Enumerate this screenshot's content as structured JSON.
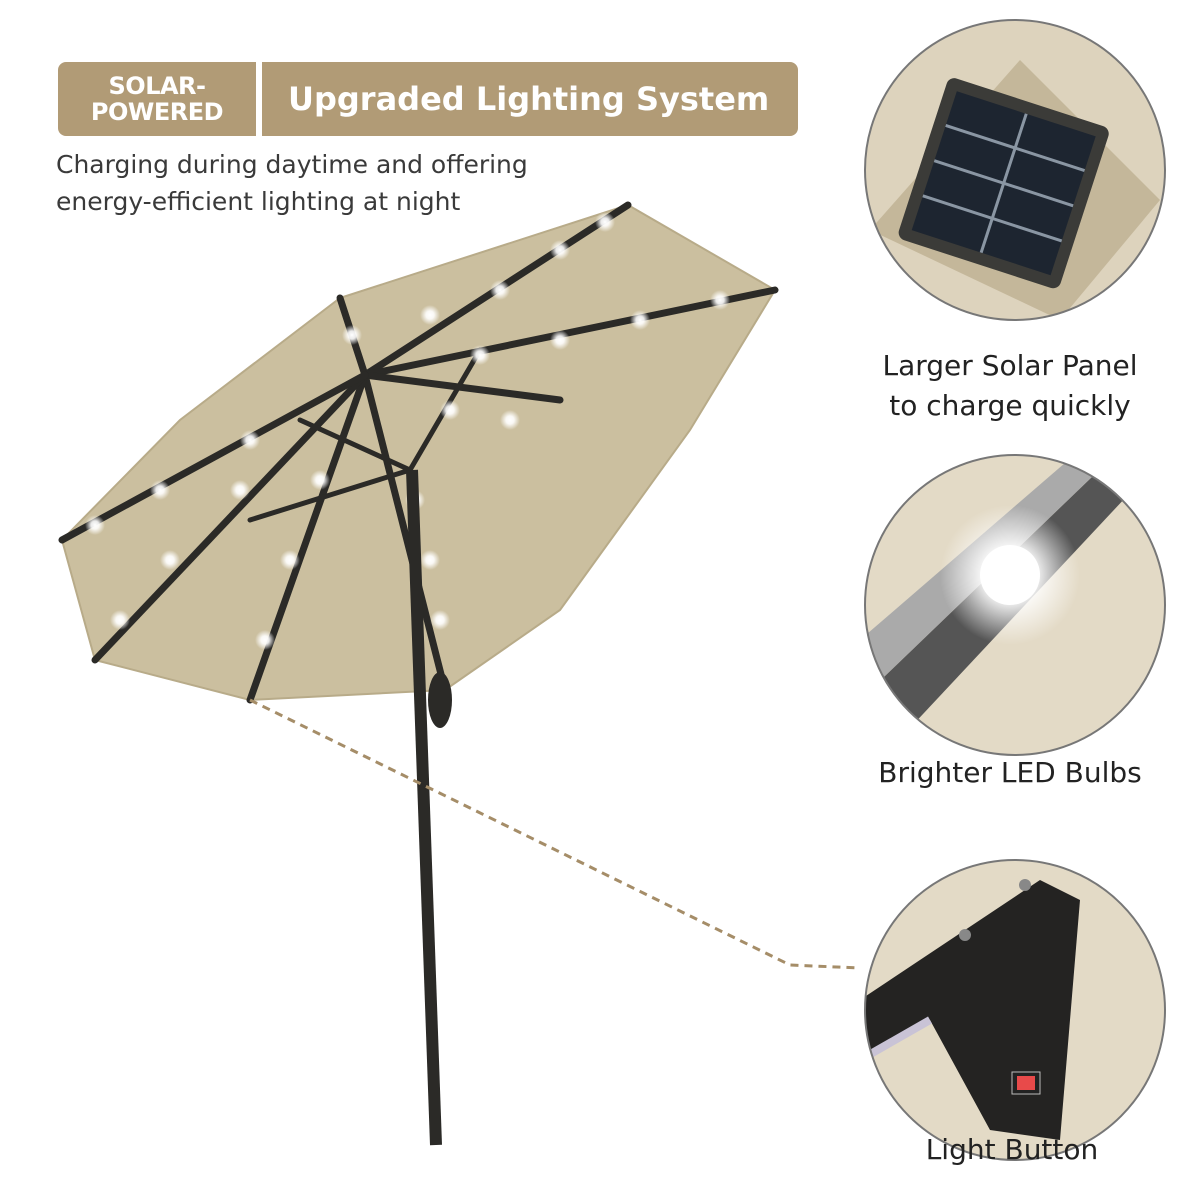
{
  "banner": {
    "badge_line1": "SOLAR-",
    "badge_line2": "POWERED",
    "title": "Upgraded Lighting System"
  },
  "subtitle": {
    "line1": "Charging during daytime and offering",
    "line2": "energy-efficient lighting at night"
  },
  "features": [
    {
      "line1": "Larger Solar Panel",
      "line2": "to charge quickly"
    },
    {
      "line1": "Brighter LED Bulbs"
    },
    {
      "line1": "Light Button"
    }
  ],
  "colors": {
    "banner": "#b19b76",
    "canopy": "#cbbf9f",
    "frame": "#2b2a27",
    "led": "#ffffff",
    "dashed_line": "#a58d68"
  }
}
